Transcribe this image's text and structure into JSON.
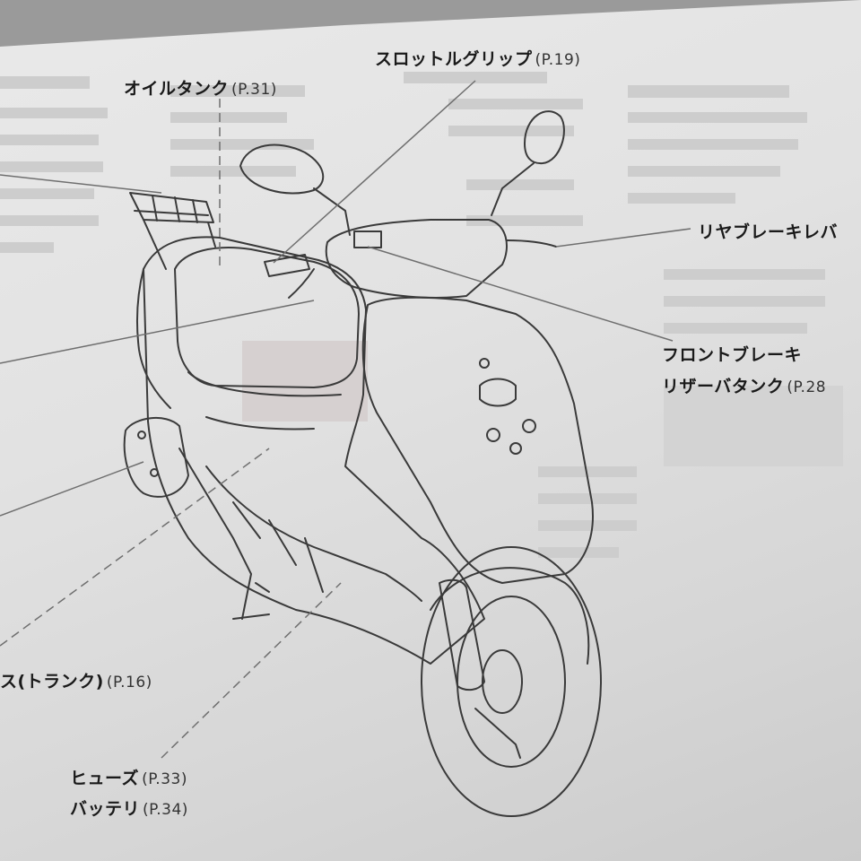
{
  "labels": {
    "oil_tank": {
      "text": "オイルタンク",
      "ref": "(P.31)"
    },
    "throttle_grip": {
      "text": "スロットルグリップ",
      "ref": "(P.19)"
    },
    "rear_brake_lever": {
      "text": "リヤブレーキレバ"
    },
    "front_brake_reservoir": {
      "text": "フロントブレーキ",
      "text2": "リザーバタンク",
      "ref": "(P.28"
    },
    "trunk": {
      "text": "ス(トランク)",
      "ref": "(P.16)"
    },
    "fuse": {
      "text": "ヒューズ",
      "ref": "(P.33)"
    },
    "battery": {
      "text": "バッテリ",
      "ref": "(P.34)"
    }
  },
  "colors": {
    "page": "#e4e4e4",
    "ink": "#1a1a1a",
    "line": "#6f6f6f",
    "bleed": "#cfcfcf"
  }
}
